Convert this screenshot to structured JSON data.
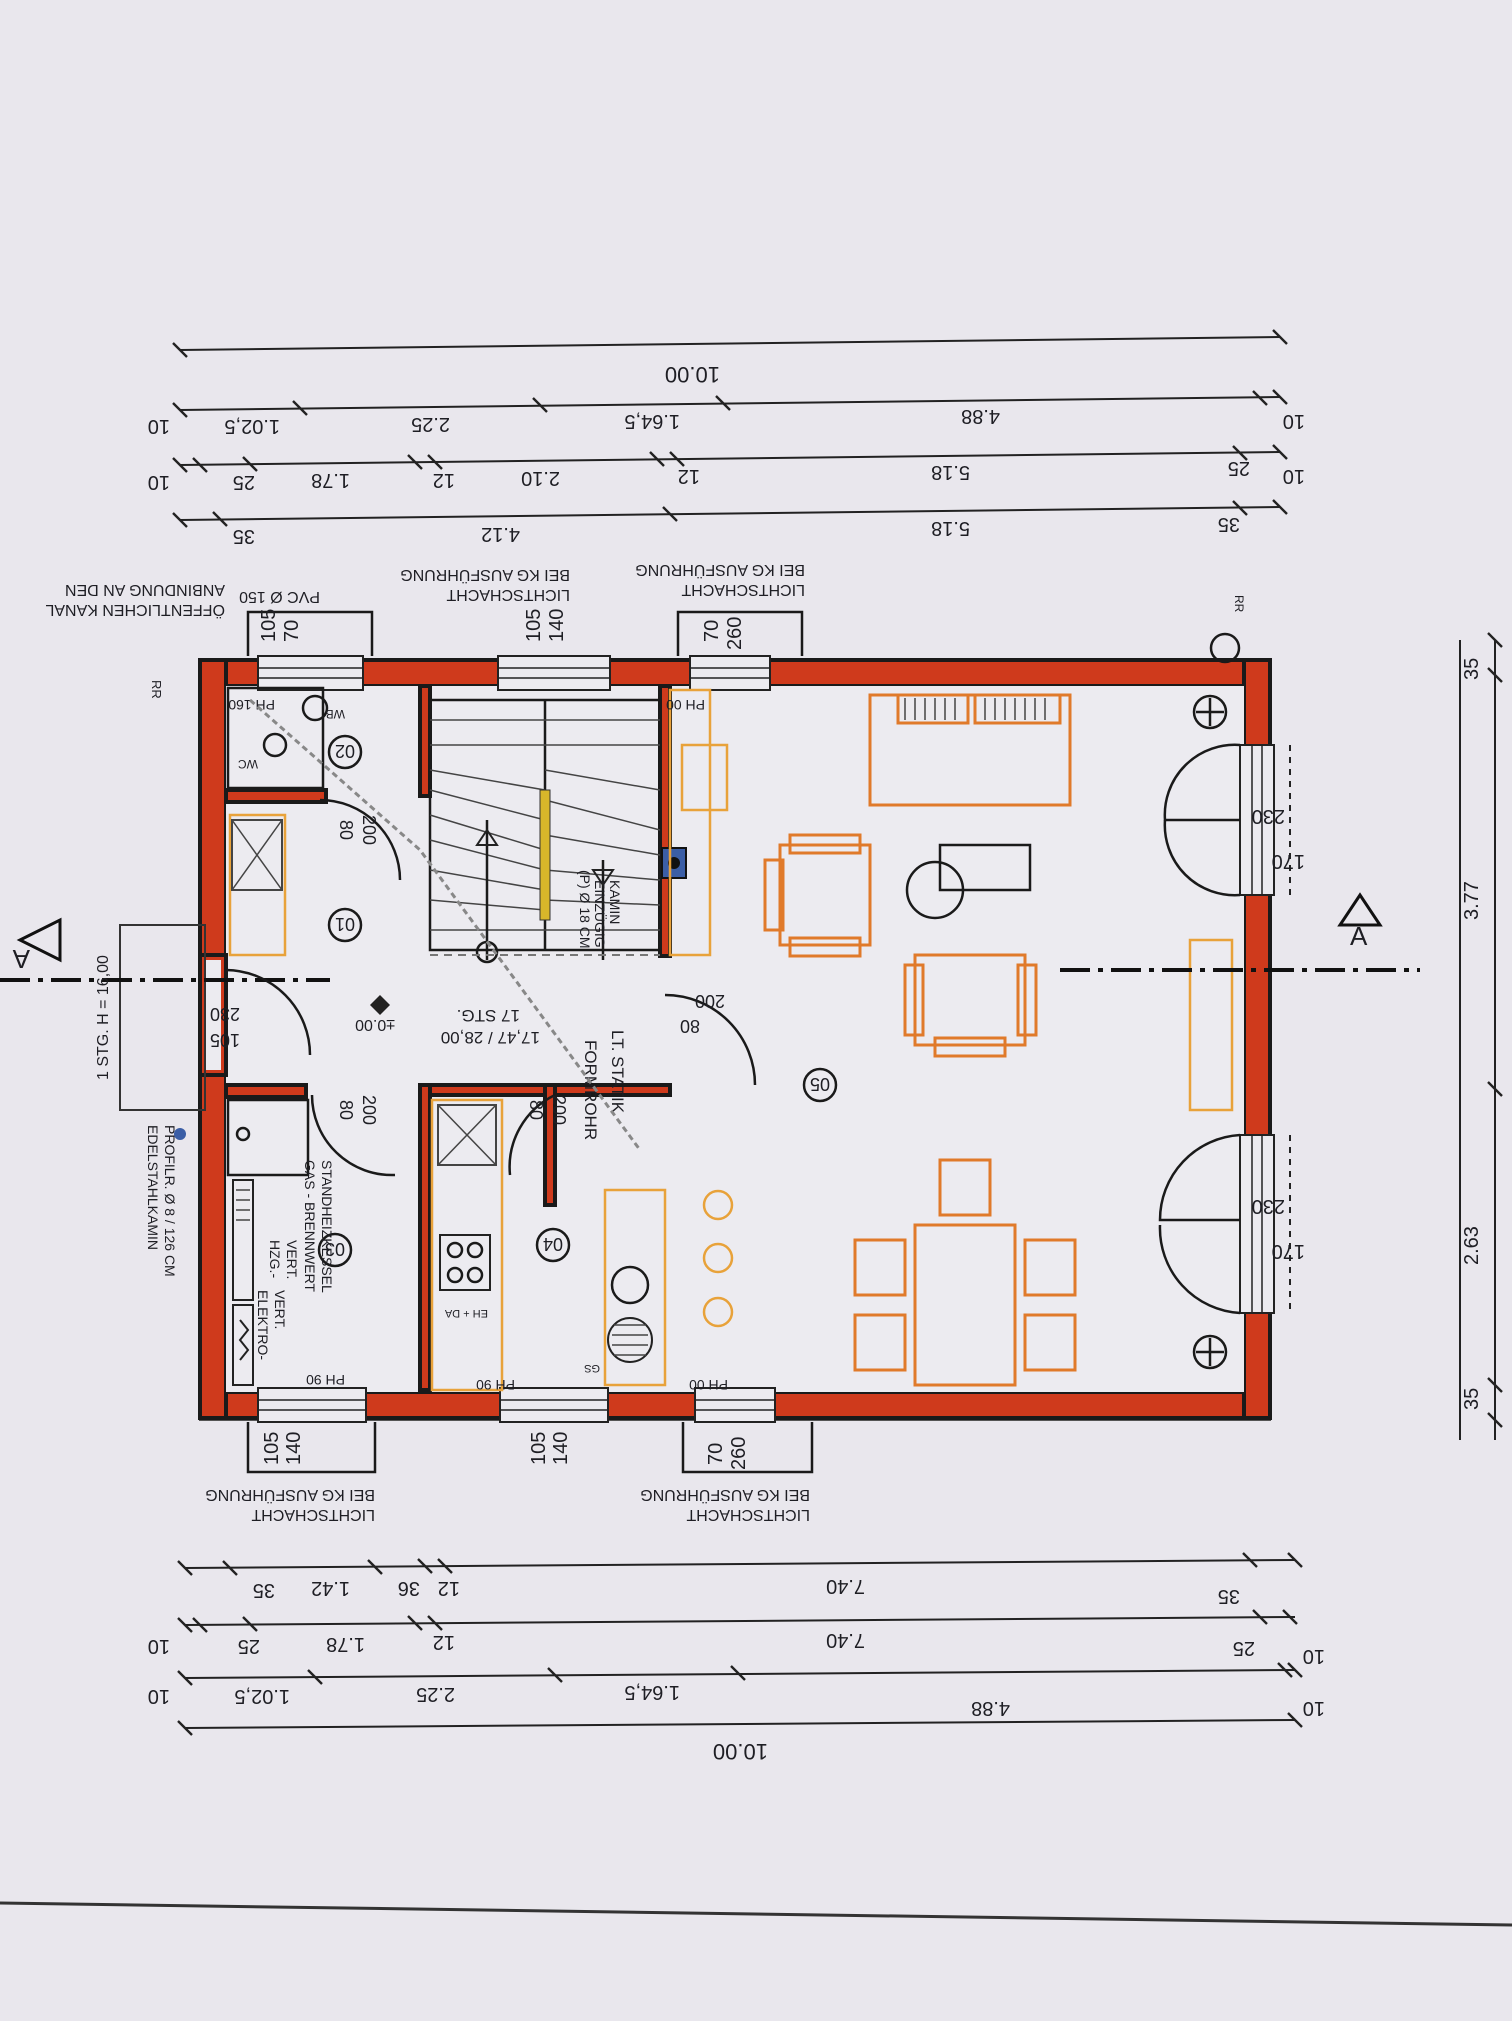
{
  "rooms": {
    "r01": "01",
    "r02": "02",
    "r03": "03",
    "r04": "04",
    "r05": "05"
  },
  "section_marker": "A",
  "dims_top": {
    "total": "10.00",
    "row1": [
      "10",
      "1.02,5",
      "2.25",
      "1.64,5",
      "4.88",
      "10"
    ],
    "row2": [
      "10",
      "25",
      "1.78",
      "12",
      "2.10",
      "12",
      "5.18",
      "25",
      "10"
    ],
    "row3": [
      "35",
      "4.12",
      "5.18",
      "35"
    ]
  },
  "dims_bottom": {
    "total": "10.00",
    "row1": [
      "10",
      "1.02,5",
      "2.25",
      "1.64,5",
      "4.88",
      "10"
    ],
    "row2": [
      "10",
      "25",
      "1.78",
      "12",
      "7.40",
      "25",
      "10"
    ],
    "row3": [
      "35",
      "1.42",
      "36",
      "12",
      "7.40",
      "35"
    ]
  },
  "dims_right": [
    "35",
    "3.77",
    "2.63",
    "35"
  ],
  "windows": {
    "w_top_left": [
      "105",
      "70"
    ],
    "w_top_mid": [
      "105",
      "140"
    ],
    "w_top_right": [
      "70",
      "260"
    ],
    "w_bot_left": [
      "105",
      "140"
    ],
    "w_bot_mid": [
      "105",
      "140"
    ],
    "w_bot_right": [
      "70",
      "260"
    ],
    "w_right_a": [
      "230",
      "170"
    ],
    "w_right_b": [
      "230",
      "170"
    ]
  },
  "doors": {
    "d01": [
      "80",
      "200"
    ],
    "d03": [
      "80",
      "200"
    ],
    "d04": [
      "80",
      "200"
    ],
    "d05": [
      "200",
      "80"
    ],
    "entry": [
      "230",
      "105"
    ]
  },
  "labels": {
    "kanal": [
      "ANBINDUNG AN DEN",
      "ÖFFENTLICHEN KANAL"
    ],
    "pvc": "PVC Ø 150",
    "licht_top1": [
      "BEI KG AUSFÜHRUNG",
      "LICHTSCHACHT"
    ],
    "licht_top2": [
      "BEI KG AUSFÜHRUNG",
      "LICHTSCHACHT"
    ],
    "licht_bot1": [
      "BEI KG AUSFÜHRUNG",
      "LICHTSCHACHT"
    ],
    "licht_bot2": [
      "BEI KG AUSFÜHRUNG",
      "LICHTSCHACHT"
    ],
    "kamin": [
      "KAMIN",
      "EINZÜGIG",
      "(P) Ø 18 CM"
    ],
    "stair": [
      "17 STG.",
      "17,47 / 28,00"
    ],
    "level": "±0.00",
    "formrohr": [
      "FORMROHR",
      "LT. STATIK"
    ],
    "stg_h": "1 STG. H = 16,00",
    "edelstahl": [
      "EDELSTAHLKAMIN",
      "PROFILR. Ø 8 / 126 CM"
    ],
    "hzg": [
      "HZG.-",
      "VERT."
    ],
    "elektro": [
      "ELEKTRO-",
      "VERT."
    ],
    "gas": [
      "GAS - BRENNWERT",
      "STANDHEIZKESSEL"
    ],
    "ph160": "PH 160",
    "ph00": "PH 00",
    "ph90": "PH 90",
    "wc": "WC",
    "wb": "WB",
    "rr": "RR",
    "eh_da": "EH + DA",
    "gs": "GS"
  },
  "colors": {
    "wall": "#cf3a1c",
    "furniture": "#e07a2a",
    "paper": "#e9e7ed"
  }
}
